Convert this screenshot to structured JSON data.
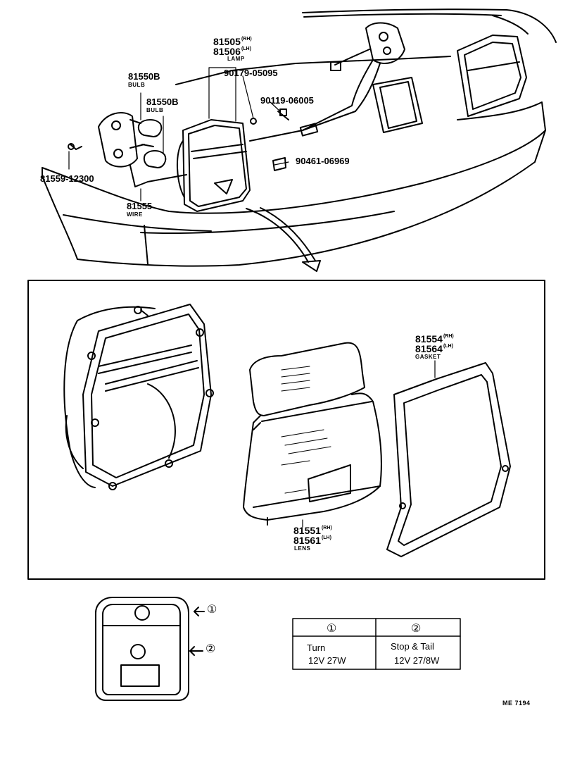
{
  "parts": {
    "lamp": {
      "no_rh": "81505",
      "rh": "(RH)",
      "no_lh": "81506",
      "lh": "(LH)",
      "name": "LAMP"
    },
    "screw1": "90179-05095",
    "screw2": "90119-06005",
    "clip": "90461-06969",
    "bulb1": {
      "no": "81550B",
      "name": "BULB"
    },
    "bulb2": {
      "no": "81550B",
      "name": "BULB"
    },
    "screw3": "81559-12300",
    "wire": {
      "no": "81555",
      "name": "WIRE"
    },
    "gasket": {
      "no_rh": "81554",
      "rh": "(RH)",
      "no_lh": "81564",
      "lh": "(LH)",
      "name": "GASKET"
    },
    "lens": {
      "no_rh": "81551",
      "rh": "(RH)",
      "no_lh": "81561",
      "lh": "(LH)",
      "name": "LENS"
    }
  },
  "legend": {
    "marker1": "①",
    "marker2": "②",
    "col1_head": "①",
    "col2_head": "②",
    "col1_line1": "Turn",
    "col1_line2": "12V 27W",
    "col2_line1": "Stop & Tail",
    "col2_line2": "12V 27/8W"
  },
  "code": "ME 7194"
}
